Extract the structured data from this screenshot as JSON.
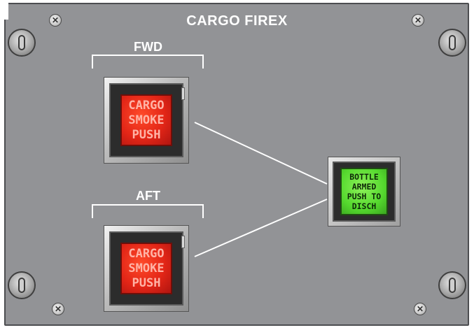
{
  "panel": {
    "title": "CARGO FIREX",
    "fwd": {
      "label": "FWD",
      "button": {
        "text": "CARGO\nSMOKE\nPUSH",
        "color": "#e32617"
      }
    },
    "aft": {
      "label": "AFT",
      "button": {
        "text": "CARGO\nSMOKE\nPUSH",
        "color": "#e32617"
      }
    },
    "bottle": {
      "button": {
        "text": "BOTTLE\nARMED\nPUSH TO\nDISCH",
        "color": "#55d92e"
      }
    }
  },
  "colors": {
    "panel": "#929396",
    "text": "#ffffff",
    "wire": "#ffffff"
  },
  "icons": {
    "screw": "cross-screw-icon",
    "knob": "slotted-knob-icon"
  }
}
